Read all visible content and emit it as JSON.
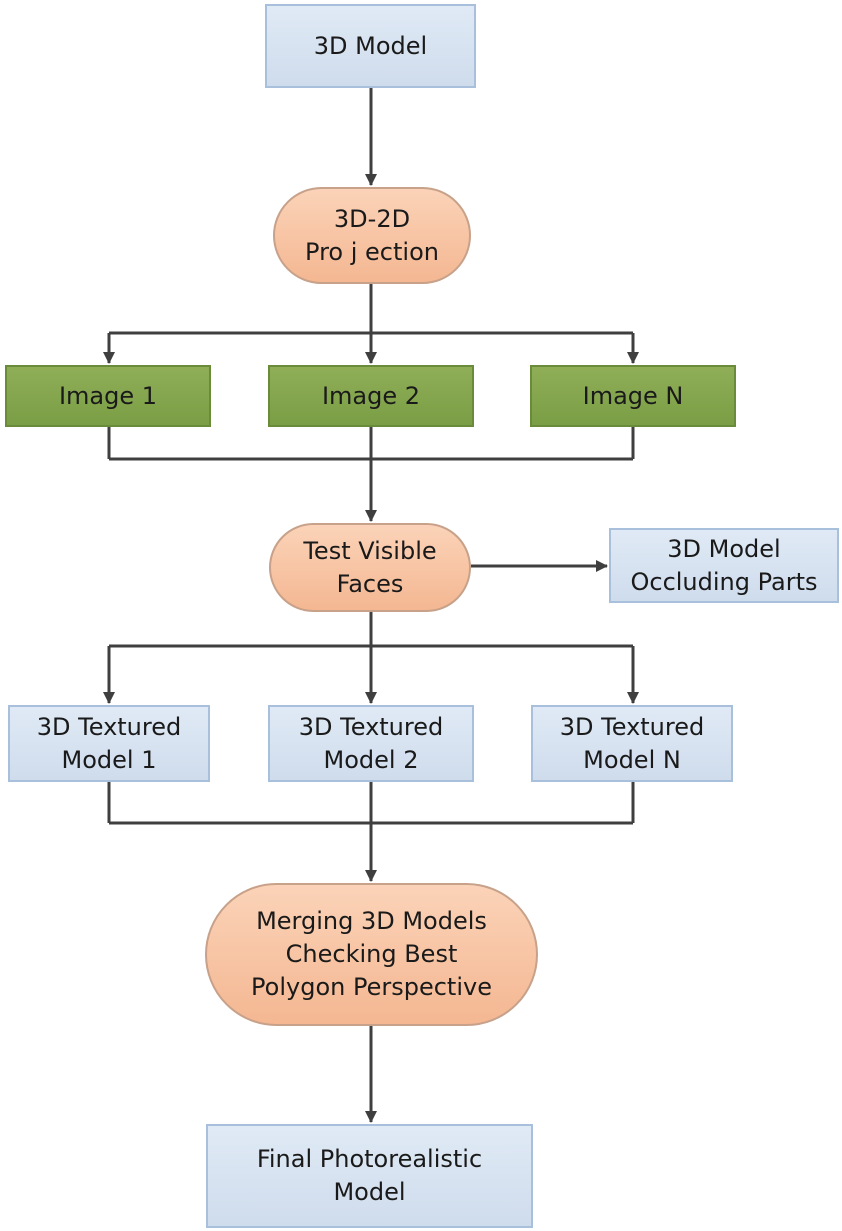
{
  "nodes": {
    "model_3d": {
      "lines": [
        "3D Model"
      ]
    },
    "projection": {
      "lines": [
        "3D-2D",
        "Pro j ection"
      ]
    },
    "image_1": {
      "lines": [
        "Image 1"
      ]
    },
    "image_2": {
      "lines": [
        "Image 2"
      ]
    },
    "image_n": {
      "lines": [
        "Image N"
      ]
    },
    "test_visible": {
      "lines": [
        "Test Visible",
        "Faces"
      ]
    },
    "occluding": {
      "lines": [
        "3D Model",
        "Occluding Parts"
      ]
    },
    "textured_1": {
      "lines": [
        "3D Textured",
        "Model 1"
      ]
    },
    "textured_2": {
      "lines": [
        "3D Textured",
        "Model 2"
      ]
    },
    "textured_n": {
      "lines": [
        "3D Textured",
        "Model N"
      ]
    },
    "merging": {
      "lines": [
        "Merging 3D Models",
        "Checking Best",
        "Polygon Perspective"
      ]
    },
    "final": {
      "lines": [
        "Final Photorealistic",
        "Model"
      ]
    }
  },
  "colors": {
    "blue_fill": "#d6e2f0",
    "green_fill": "#84a64d",
    "orange_fill": "#f8c4a2",
    "connector": "#3f3f3f"
  }
}
